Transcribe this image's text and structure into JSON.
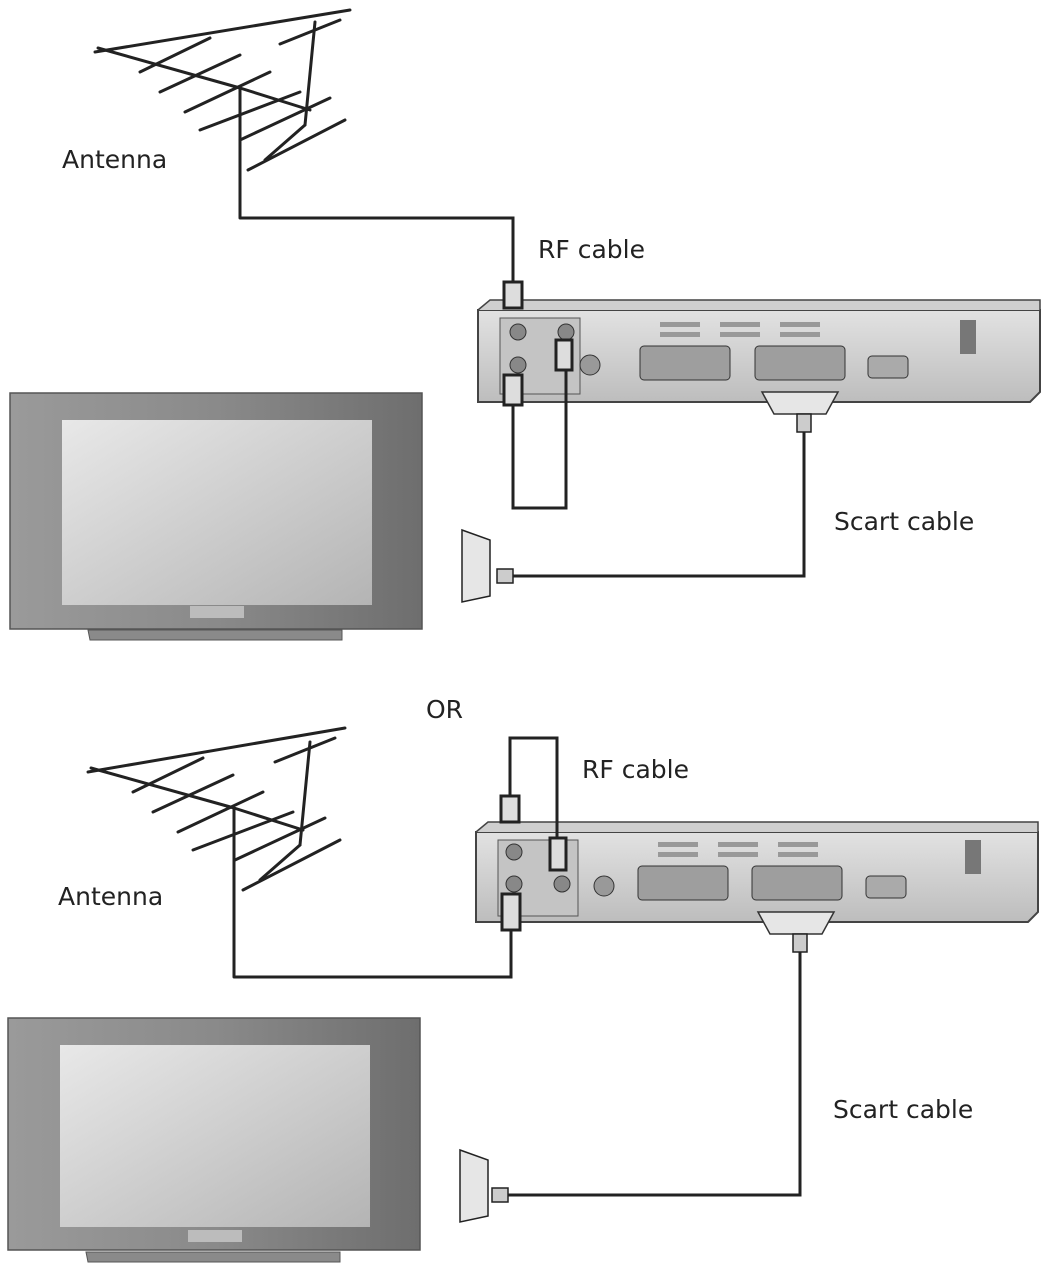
{
  "labels": {
    "antenna_top": "Antenna",
    "rf_cable_top": "RF cable",
    "scart_cable_top": "Scart cable",
    "or": "OR",
    "antenna_bottom": "Antenna",
    "rf_cable_bottom": "RF cable",
    "scart_cable_bottom": "Scart cable"
  },
  "colors": {
    "line": "#222222",
    "tv_bezel": "#8c8c8c",
    "tv_screen": "#cfcfcf",
    "receiver_body": "#d4d4d4",
    "connector": "#e6e6e6"
  }
}
